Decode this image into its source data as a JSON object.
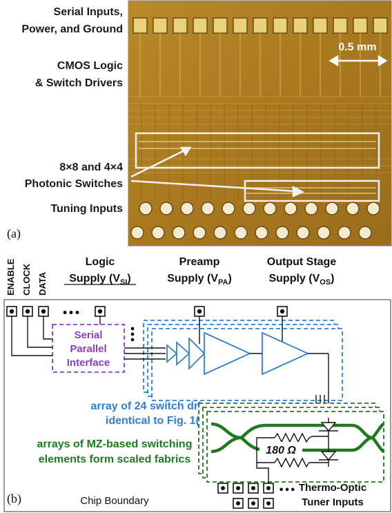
{
  "panel_a": {
    "tag": "(a)",
    "labels": {
      "serial_inputs": "Serial Inputs,",
      "power_ground": "Power, and Ground",
      "cmos_logic": "CMOS Logic",
      "switch_drivers": "& Switch Drivers",
      "switches_l1": "8×8 and 4×4",
      "switches_l2": "Photonic Switches",
      "tuning_inputs": "Tuning Inputs"
    },
    "scale_bar": "0.5 mm"
  },
  "panel_b": {
    "tag": "(b)",
    "pins": {
      "enable": "ENABLE",
      "clock": "CLOCK",
      "data": "DATA"
    },
    "supplies": {
      "logic_l1": "Logic",
      "logic_l2": "Supply (V",
      "logic_sub": "SI",
      "preamp_l1": "Preamp",
      "preamp_l2": "Supply (V",
      "preamp_sub": "PA",
      "output_l1": "Output Stage",
      "output_l2": "Supply (V",
      "output_sub": "OS",
      "close": ")"
    },
    "spi_l1": "Serial",
    "spi_l2": "Parallel",
    "spi_l3": "Interface",
    "drivers_l1": "array of 24 switch drivers",
    "drivers_l2": "identical to Fig. 1(c)",
    "mz_l1": "arrays of MZ-based switching",
    "mz_l2": "elements form scaled fabrics",
    "resistor": "180 Ω",
    "chip_boundary": "Chip Boundary",
    "tuner_l1": "Thermo-Optic",
    "tuner_l2": "Tuner Inputs",
    "ellipsis": "•••",
    "colors": {
      "drivers": "#2f7fd0",
      "spi": "#8a3ec4",
      "mz": "#1f7a1f"
    }
  }
}
